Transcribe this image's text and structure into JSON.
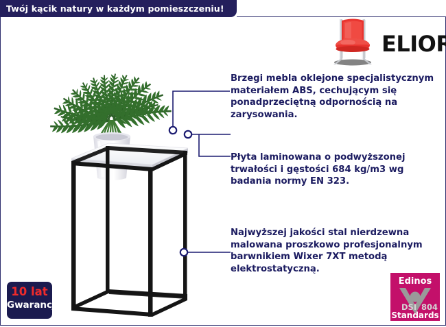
{
  "banner": {
    "text": "Twój kącik natury w każdym pomieszczeniu!",
    "bg_color": "#241f5c",
    "text_color": "#ffffff"
  },
  "logo": {
    "brand": "ELIOR",
    "icon": "red-chair-icon",
    "chair_color": "#e8342f",
    "frame_color": "#b9bcc2",
    "text_color": "#121212"
  },
  "product": {
    "plant_icon": "potted-palm-plant",
    "pot_color": "#f2f2f5",
    "leaf_color": "#2f6b2a",
    "table_top_color": "#ffffff",
    "table_frame_color": "#1a1a1a",
    "description": "Czarny metalowy stolik z białym blatem i rośliną"
  },
  "callouts": [
    {
      "id": "callout-abs-edges",
      "text": "Brzegi mebla oklejone specjalistycznym materiałem ABS, cechującym się ponadprzeciętną odpornością na zarysowania.",
      "marker": "callout-dot-1"
    },
    {
      "id": "callout-laminated-board",
      "text": "Płyta laminowana o podwyższonej trwałości i gęstości 684 kg/m3 wg badania normy EN 323.",
      "marker": "callout-dot-2"
    },
    {
      "id": "callout-steel-coating",
      "text": "Najwyższej jakości stal nierdzewna malowana proszkowo profesjonalnym barwnikiem Wixer 7XT metodą elektrostatyczną.",
      "marker": "callout-dot-3"
    }
  ],
  "callout_style": {
    "line_color": "#1b1b70",
    "dot_fill": "#ffffff",
    "text_color": "#1b1b60"
  },
  "warranty_badge": {
    "years": "10 lat",
    "label": "Gwarancji",
    "bg_color": "#1b1b4f",
    "years_color": "#ee2b2b",
    "label_color": "#ffffff"
  },
  "edinos_badge": {
    "brand": "Edinos",
    "code_left": "DSI",
    "code_right": "804",
    "standards": "Standards",
    "bg_color": "#c3106a",
    "mark_color": "#9a9a9a",
    "text_color": "#ffffff"
  },
  "frame": {
    "border_color": "#2b2b6b",
    "background": "#ffffff"
  }
}
